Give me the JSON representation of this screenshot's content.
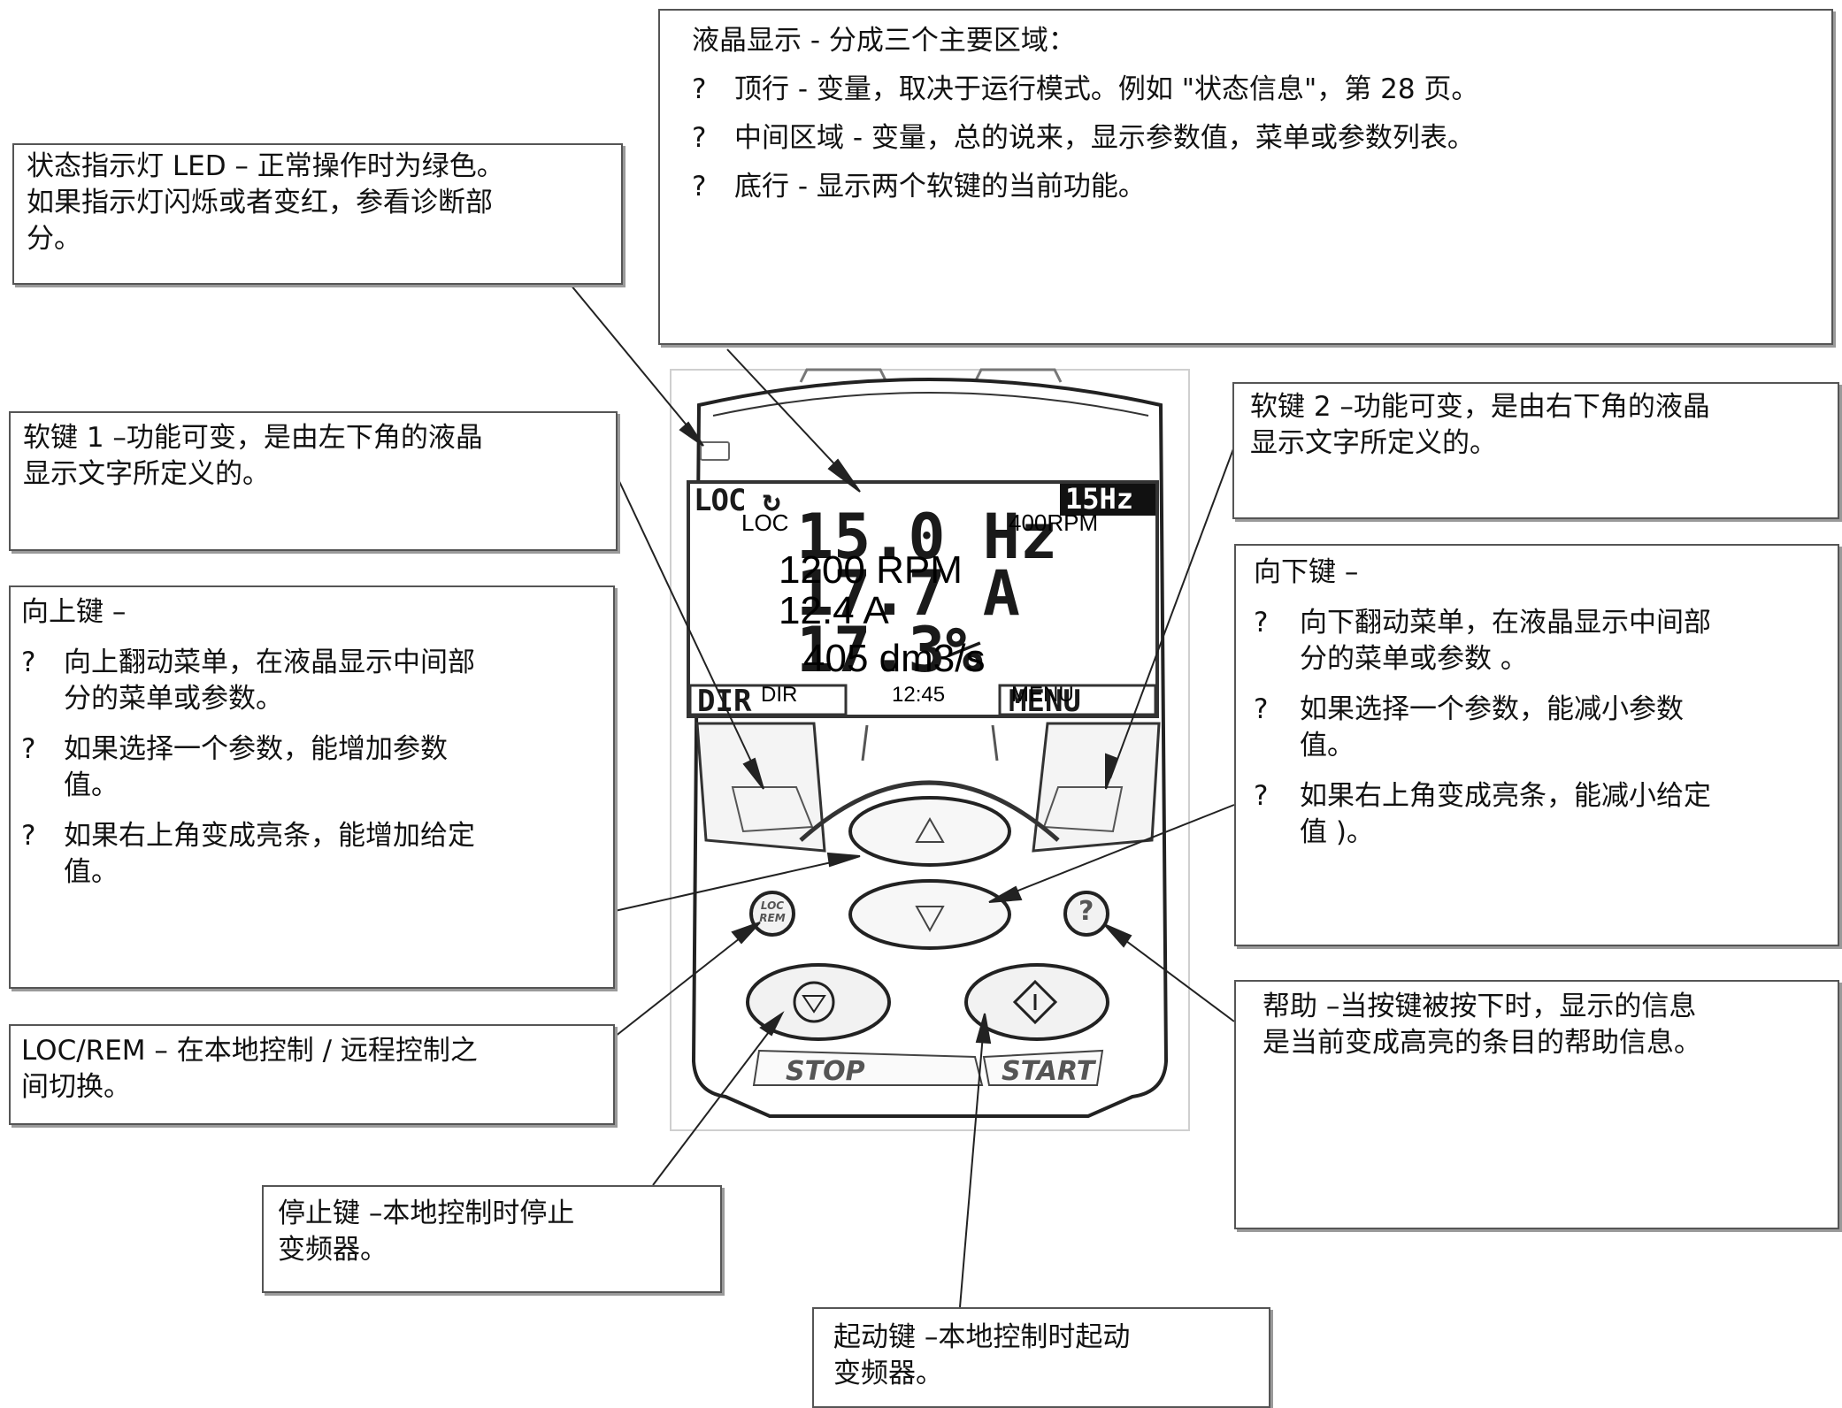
{
  "callouts": {
    "lcd": {
      "title": "液晶显示 - 分成三个主要区域：",
      "items": [
        "顶行 - 变量，取决于运行模式。例如 \"状态信息\"，第 28 页。",
        "中间区域 - 变量，总的说来，显示参数值，菜单或参数列表。",
        "底行 - 显示两个软键的当前功能。"
      ]
    },
    "led": {
      "lines": [
        "状态指示灯 LED – 正常操作时为绿色。",
        "如果指示灯闪烁或者变红，参看诊断部",
        "分。"
      ]
    },
    "softkey1": {
      "lines": [
        "软键 1 –功能可变，是由左下角的液晶",
        "显示文字所定义的。"
      ]
    },
    "up": {
      "title": "向上键 –",
      "items": [
        [
          "向上翻动菜单，在液晶显示中间部",
          "分的菜单或参数。"
        ],
        [
          "如果选择一个参数，能增加参数",
          "值。"
        ],
        [
          "如果右上角变成亮条，能增加给定",
          "值。"
        ]
      ]
    },
    "locrem": {
      "lines": [
        "LOC/REM – 在本地控制 / 远程控制之",
        "间切换。"
      ]
    },
    "stop": {
      "lines": [
        "停止键 –本地控制时停止",
        "变频器。"
      ]
    },
    "start": {
      "lines": [
        "起动键 –本地控制时起动",
        "变频器。"
      ]
    },
    "softkey2": {
      "lines": [
        "软键 2 –功能可变，是由右下角的液晶",
        "显示文字所定义的。"
      ]
    },
    "down": {
      "title": "向下键 –",
      "items": [
        [
          "向下翻动菜单，在液晶显示中间部",
          "分的菜单或参数 。"
        ],
        [
          "如果选择一个参数，能减小参数",
          "值。"
        ],
        [
          "如果右上角变成亮条，能减小给定",
          "值 )。"
        ]
      ]
    },
    "help": {
      "lines": [
        "帮助 –当按键被按下时，显示的信息",
        "是当前变成高亮的条目的帮助信息。"
      ]
    },
    "bullet": "?"
  },
  "display": {
    "top_left": "LOC ↻",
    "top_right": "15Hz",
    "big_lines": [
      "15.0 Hz",
      "17.7 A",
      "17.3%"
    ],
    "overlay_mode": "LOC",
    "overlay_rpm_top": "400RPM",
    "overlay_lines": [
      "1200 RPM",
      "12.4 A",
      "405 dm3/s"
    ],
    "soft_left": "DIR",
    "soft_right": "MENU",
    "overlay_dir": "DIR",
    "overlay_time": "12:45",
    "overlay_menu": "MENU"
  },
  "keypad": {
    "locrem_key": "LOC REM",
    "help_key": "?",
    "stop_label": "STOP",
    "start_label": "START"
  }
}
